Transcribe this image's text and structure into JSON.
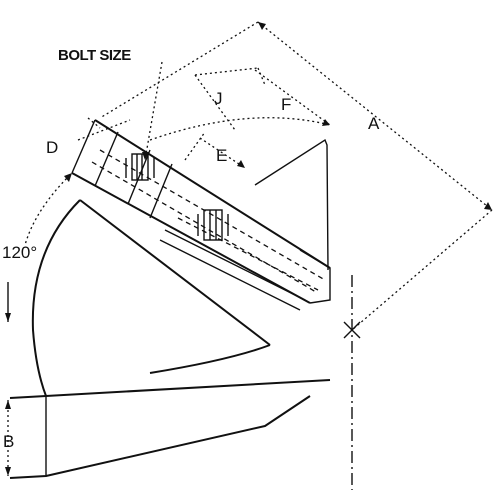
{
  "labels": {
    "bolt_size": "BOLT SIZE",
    "a": "A",
    "b": "B",
    "d": "D",
    "e": "E",
    "f": "F",
    "j": "J",
    "angle": "120°"
  }
}
